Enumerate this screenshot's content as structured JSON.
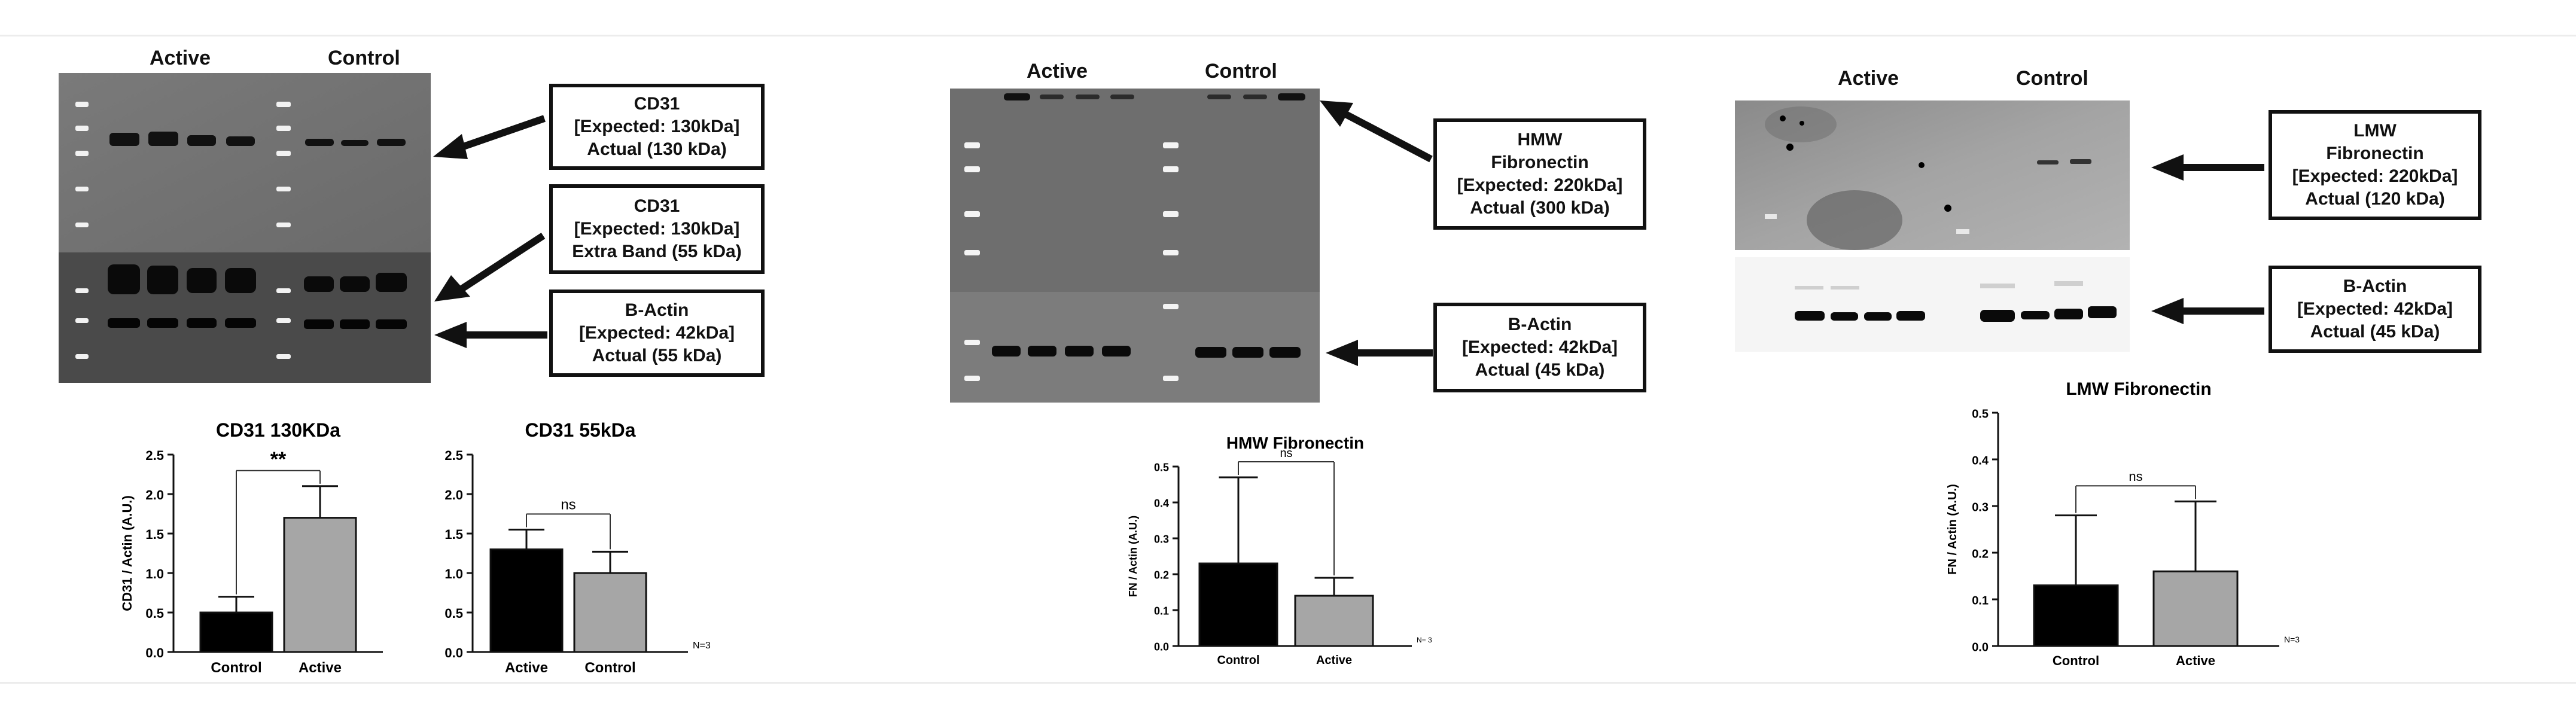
{
  "panels": [
    {
      "id": "cd31",
      "lane_headers": [
        "Active",
        "Control"
      ],
      "labels": [
        {
          "lines": [
            "CD31",
            "[Expected: 130kDa]",
            "Actual (130 kDa)"
          ]
        },
        {
          "lines": [
            "CD31",
            "[Expected: 130kDa]",
            "Extra Band (55 kDa)"
          ]
        },
        {
          "lines": [
            "B-Actin",
            "[Expected: 42kDa]",
            "Actual (55 kDa)"
          ]
        }
      ]
    },
    {
      "id": "hmw",
      "lane_headers": [
        "Active",
        "Control"
      ],
      "labels": [
        {
          "lines": [
            "HMW",
            "Fibronectin",
            "[Expected: 220kDa]",
            "Actual (300 kDa)"
          ]
        },
        {
          "lines": [
            "B-Actin",
            "[Expected: 42kDa]",
            "Actual (45 kDa)"
          ]
        }
      ]
    },
    {
      "id": "lmw",
      "lane_headers": [
        "Active",
        "Control"
      ],
      "labels": [
        {
          "lines": [
            "LMW",
            "Fibronectin",
            "[Expected: 220kDa]",
            "Actual (120 kDa)"
          ]
        },
        {
          "lines": [
            "B-Actin",
            "[Expected: 42kDa]",
            "Actual (45 kDa)"
          ]
        }
      ]
    }
  ],
  "chart_data": [
    {
      "type": "bar",
      "title": "CD31 130KDa",
      "ylabel": "CD31 / Actin (A.U.)",
      "xlabel": "",
      "categories": [
        "Control",
        "Active"
      ],
      "values": [
        0.5,
        1.7
      ],
      "errors": [
        0.2,
        0.4
      ],
      "colors": [
        "#000000",
        "#a6a6a6"
      ],
      "ylim": [
        0,
        2.5
      ],
      "yticks": [
        "0.0",
        "0.5",
        "1.0",
        "1.5",
        "2.0",
        "2.5"
      ],
      "significance": "**",
      "note": ""
    },
    {
      "type": "bar",
      "title": "CD31 55kDa",
      "ylabel": "",
      "xlabel": "",
      "categories": [
        "Active",
        "Control"
      ],
      "values": [
        1.3,
        1.0
      ],
      "errors": [
        0.25,
        0.27
      ],
      "colors": [
        "#000000",
        "#a6a6a6"
      ],
      "ylim": [
        0,
        2.5
      ],
      "yticks": [
        "0.0",
        "0.5",
        "1.0",
        "1.5",
        "2.0",
        "2.5"
      ],
      "significance": "ns",
      "note": "N=3"
    },
    {
      "type": "bar",
      "title": "HMW Fibronectin",
      "ylabel": "FN / Actin (A.U.)",
      "xlabel": "",
      "categories": [
        "Control",
        "Active"
      ],
      "values": [
        0.23,
        0.14
      ],
      "errors": [
        0.24,
        0.05
      ],
      "colors": [
        "#000000",
        "#a6a6a6"
      ],
      "ylim": [
        0,
        0.5
      ],
      "yticks": [
        "0.0",
        "0.1",
        "0.2",
        "0.3",
        "0.4",
        "0.5"
      ],
      "significance": "ns",
      "note": "N= 3"
    },
    {
      "type": "bar",
      "title": "LMW Fibronectin",
      "ylabel": "FN / Actin (A.U.)",
      "xlabel": "",
      "categories": [
        "Control",
        "Active"
      ],
      "values": [
        0.13,
        0.16
      ],
      "errors": [
        0.15,
        0.15
      ],
      "colors": [
        "#000000",
        "#a6a6a6"
      ],
      "ylim": [
        0,
        0.5
      ],
      "yticks": [
        "0.0",
        "0.1",
        "0.2",
        "0.3",
        "0.4",
        "0.5"
      ],
      "significance": "ns",
      "note": "N=3"
    }
  ]
}
